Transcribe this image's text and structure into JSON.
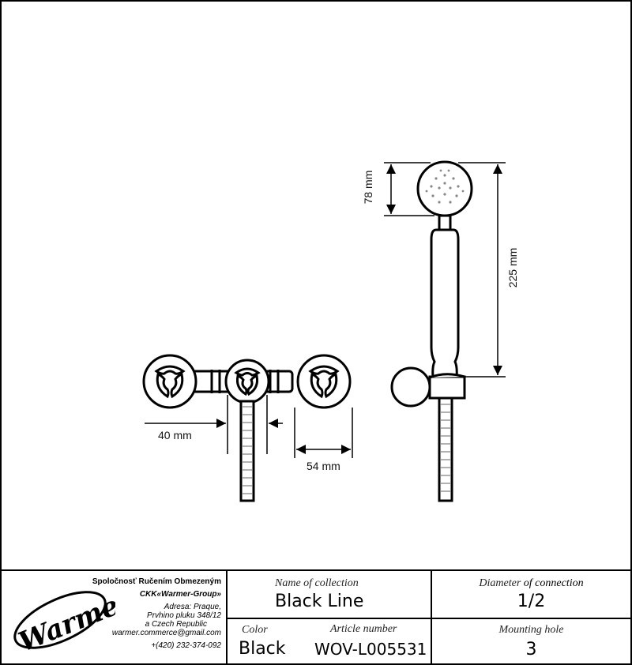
{
  "drawing": {
    "dim_78": "78 mm",
    "dim_225": "225 mm",
    "dim_40": "40 mm",
    "dim_54": "54 mm"
  },
  "title_block": {
    "logo_text": "Warmer",
    "company_name": "Spoločnosť Ručením Obmezeným",
    "company_group": "CKK«Warmer-Group»",
    "address_1": "Adresa: Praque,",
    "address_2": "Prvhino pluku 348/12",
    "address_3": "a Czech Republic",
    "email": "warmer.commerce@gmail.com",
    "phone": "+(420) 232-374-092",
    "collection_label": "Name of collection",
    "collection_value": "Black Line",
    "diameter_label_a": "Diameter",
    "diameter_label_b": "of connection",
    "diameter_value": "1/2",
    "color_label": "Color",
    "color_value": "Black",
    "article_label": "Article number",
    "article_value": "WOV-L005531",
    "mounting_label": "Mounting hole",
    "mounting_value": "3"
  }
}
